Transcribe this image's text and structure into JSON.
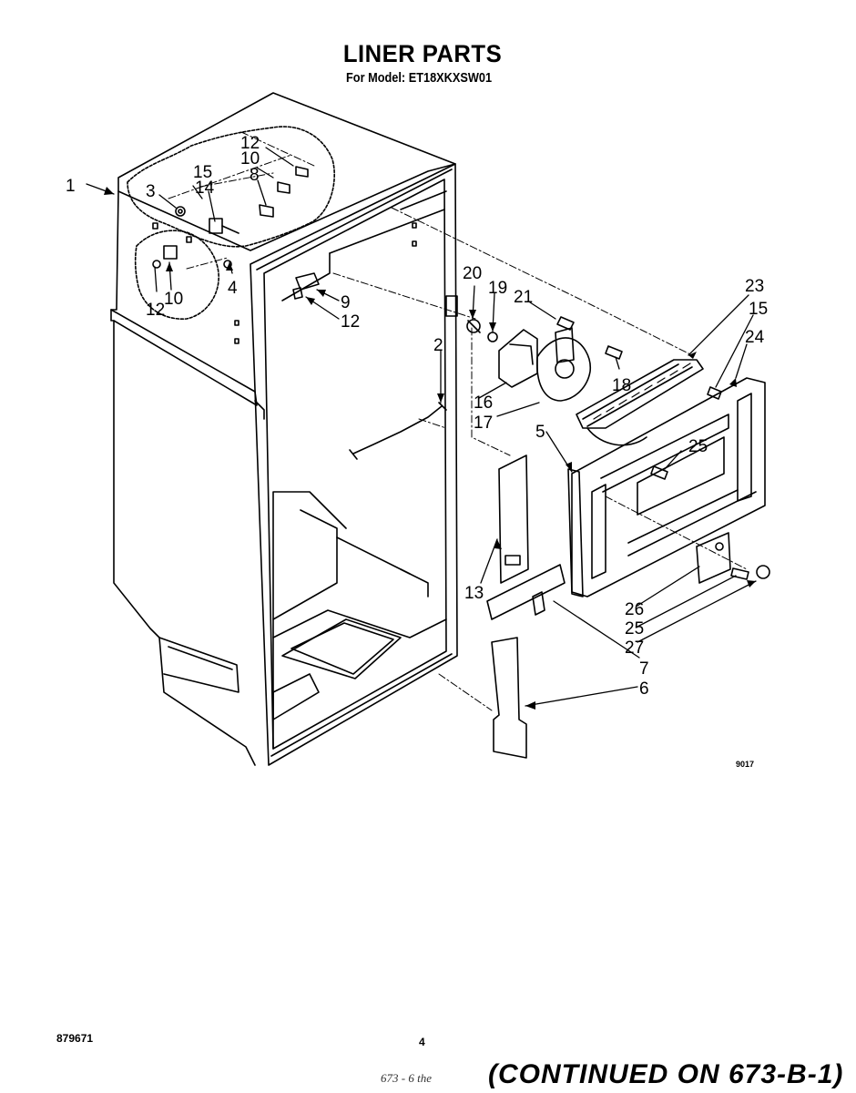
{
  "header": {
    "title": "LINER PARTS",
    "subtitle": "For Model: ET18XKXSW01"
  },
  "diagram": {
    "drawing_code": "9017",
    "callouts": [
      {
        "id": "c1",
        "label": "1"
      },
      {
        "id": "c2",
        "label": "2"
      },
      {
        "id": "c3",
        "label": "3"
      },
      {
        "id": "c4",
        "label": "4"
      },
      {
        "id": "c5",
        "label": "5"
      },
      {
        "id": "c6",
        "label": "6"
      },
      {
        "id": "c7",
        "label": "7"
      },
      {
        "id": "c8",
        "label": "8"
      },
      {
        "id": "c9",
        "label": "9"
      },
      {
        "id": "c10a",
        "label": "10"
      },
      {
        "id": "c10b",
        "label": "10"
      },
      {
        "id": "c12a",
        "label": "12"
      },
      {
        "id": "c12b",
        "label": "12"
      },
      {
        "id": "c12c",
        "label": "12"
      },
      {
        "id": "c13",
        "label": "13"
      },
      {
        "id": "c14",
        "label": "14"
      },
      {
        "id": "c15a",
        "label": "15"
      },
      {
        "id": "c15b",
        "label": "15"
      },
      {
        "id": "c16",
        "label": "16"
      },
      {
        "id": "c17",
        "label": "17"
      },
      {
        "id": "c18",
        "label": "18"
      },
      {
        "id": "c19",
        "label": "19"
      },
      {
        "id": "c20",
        "label": "20"
      },
      {
        "id": "c21",
        "label": "21"
      },
      {
        "id": "c23",
        "label": "23"
      },
      {
        "id": "c24",
        "label": "24"
      },
      {
        "id": "c25a",
        "label": "25"
      },
      {
        "id": "c25b",
        "label": "25"
      },
      {
        "id": "c26",
        "label": "26"
      },
      {
        "id": "c27",
        "label": "27"
      }
    ]
  },
  "footer": {
    "doc_number": "879671",
    "page_number": "4",
    "continued": "(CONTINUED ON 673-B-1)",
    "handwritten_note": "673 - 6 the"
  }
}
